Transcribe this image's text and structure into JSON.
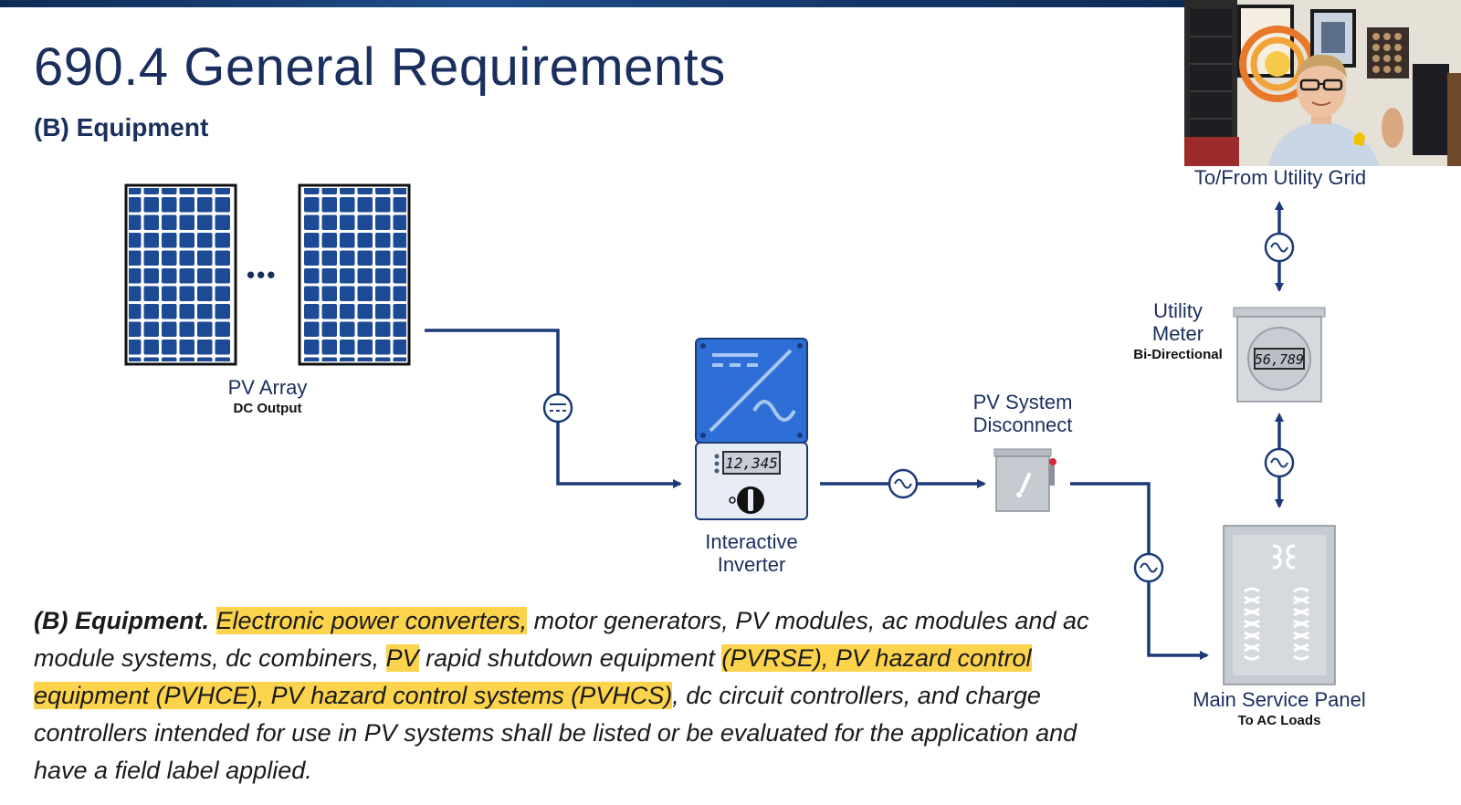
{
  "slide": {
    "title": "690.4 General Requirements",
    "subtitle": "(B) Equipment"
  },
  "diagram": {
    "pv_array": {
      "label": "PV Array",
      "sublabel": "DC Output",
      "ellipsis": "•••"
    },
    "inverter": {
      "label": "Interactive\nInverter",
      "display": "12,345"
    },
    "disconnect": {
      "label": "PV System\nDisconnect"
    },
    "utility_grid": {
      "label": "To/From Utility Grid"
    },
    "utility_meter": {
      "label": "Utility\nMeter",
      "sublabel": "Bi-Directional",
      "display": "56,789"
    },
    "main_panel": {
      "label": "Main Service Panel",
      "sublabel": "To AC Loads"
    },
    "colors": {
      "line": "#1b3a78",
      "panel": "#1d4a94",
      "inverter_top": "#2d6fd6",
      "highlight": "#fcd34d"
    }
  },
  "code_text": {
    "lead": "(B) Equipment.",
    "s1": " ",
    "h1": "Electronic power converters,",
    "s2": " motor generators, PV modules, ac modules and ac module systems, dc combiners, ",
    "h2": "PV",
    "s3": " rapid shutdown equipment ",
    "h3": "(PVRSE), PV hazard control equipment (PVHCE), PV hazard control systems (PVHCS)",
    "s4": ", dc circuit controllers, and charge controllers intended for use in PV systems shall be listed or be evaluated for the application and have a field label applied."
  }
}
